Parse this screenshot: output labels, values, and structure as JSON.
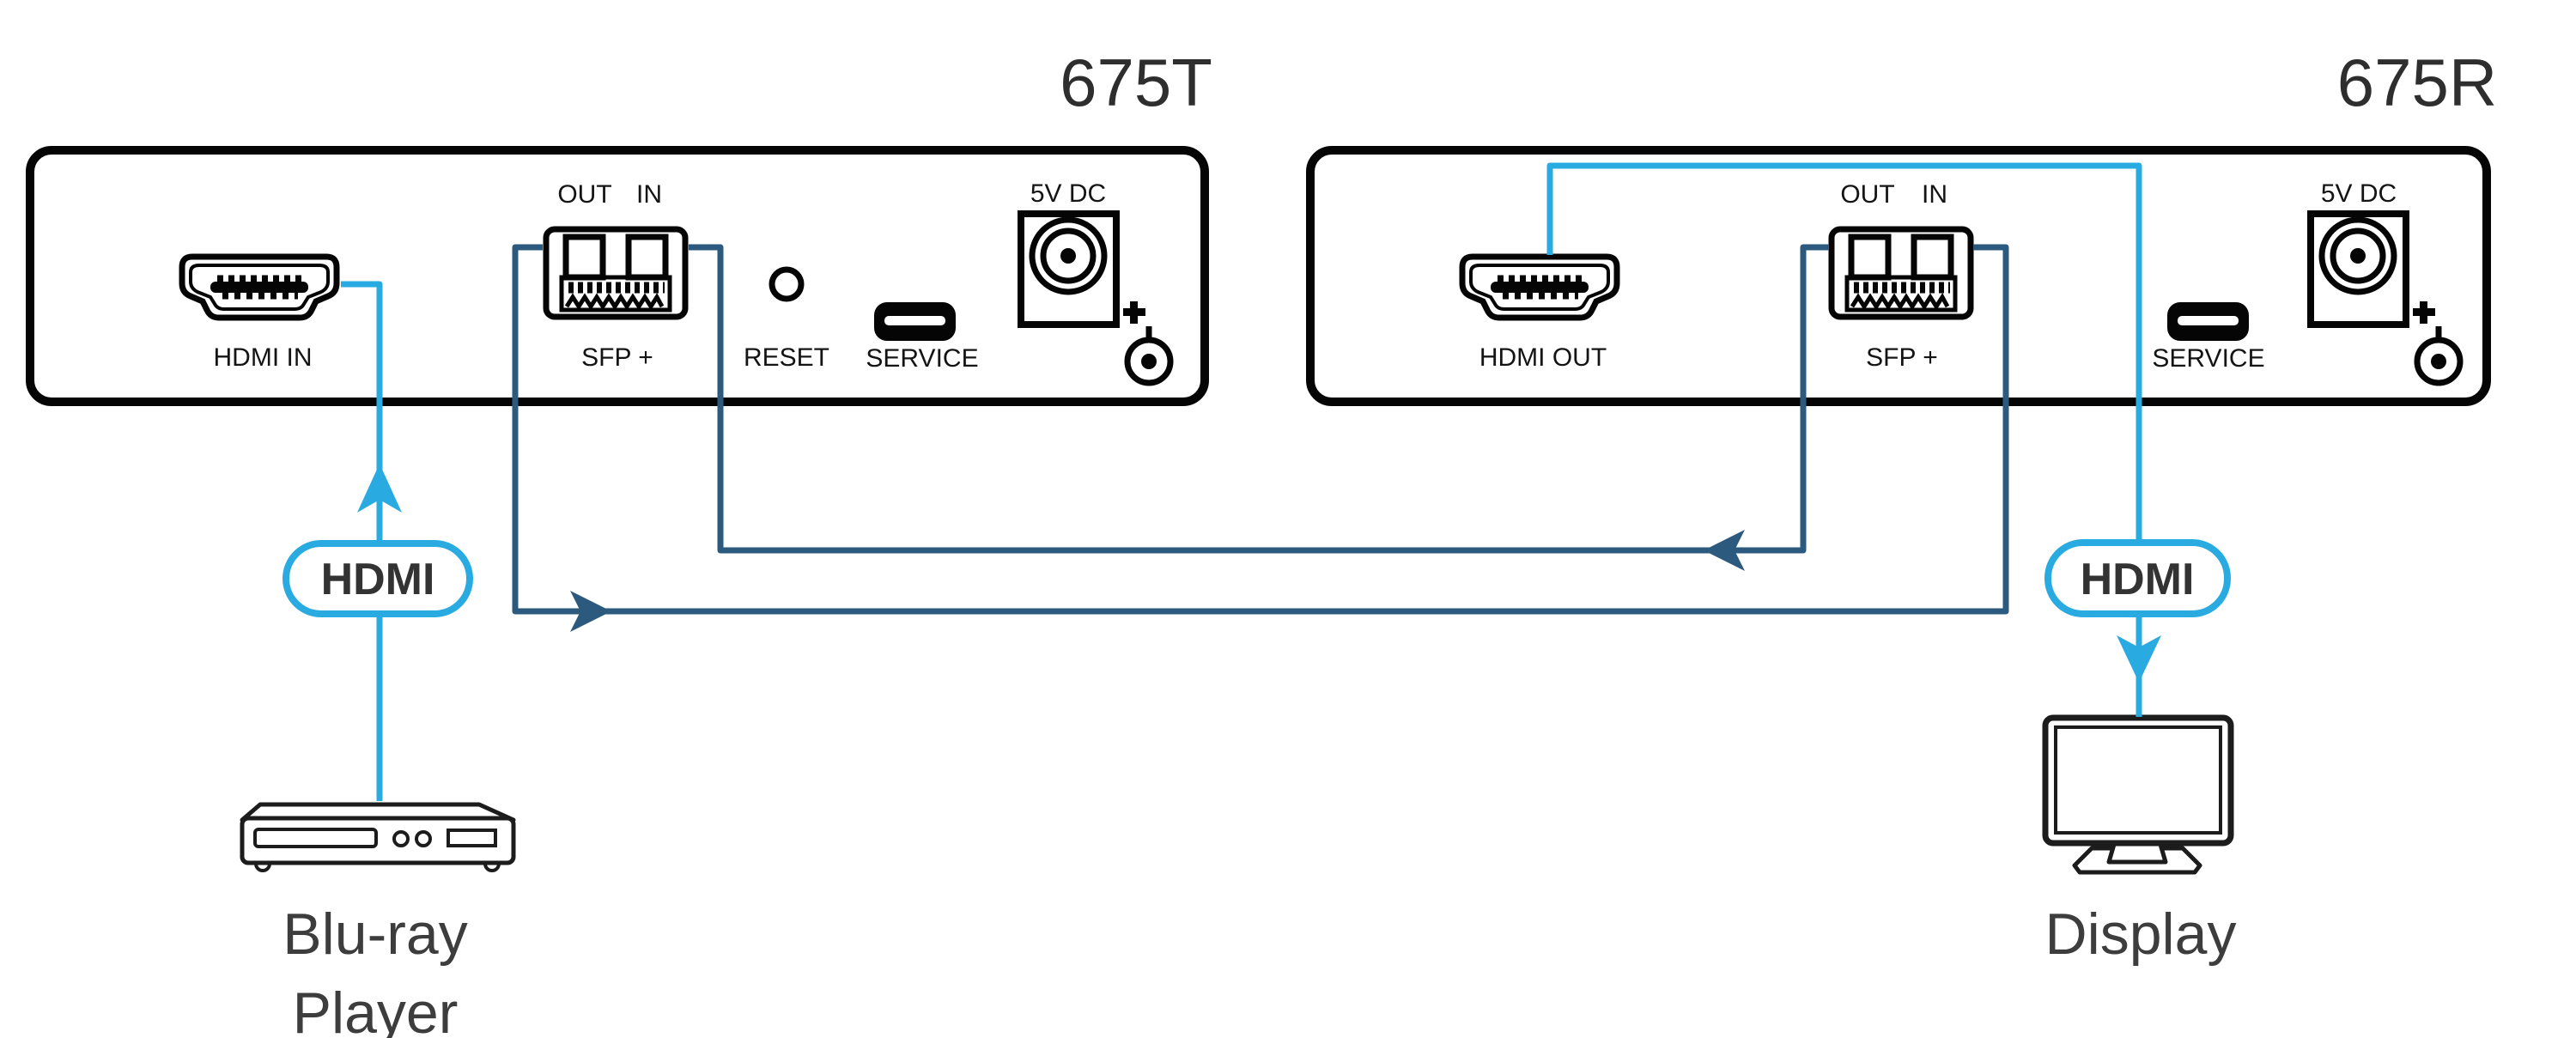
{
  "diagram": {
    "transmitter": {
      "model": "675T",
      "hdmi_label": "HDMI IN",
      "sfp_out_label": "OUT",
      "sfp_in_label": "IN",
      "sfp_label": "SFP +",
      "reset_label": "RESET",
      "service_label": "SERVICE",
      "power_label": "5V DC"
    },
    "receiver": {
      "model": "675R",
      "hdmi_label": "HDMI OUT",
      "sfp_out_label": "OUT",
      "sfp_in_label": "IN",
      "sfp_label": "SFP +",
      "service_label": "SERVICE",
      "power_label": "5V DC"
    },
    "source_device": {
      "line1": "Blu-ray",
      "line2": "Player"
    },
    "sink_device": {
      "label": "Display"
    },
    "cable_badges": {
      "left": "HDMI",
      "right": "HDMI"
    },
    "colors": {
      "hdmi_cable": "#29ABE2",
      "fiber_cable": "#2B5A7E"
    }
  }
}
